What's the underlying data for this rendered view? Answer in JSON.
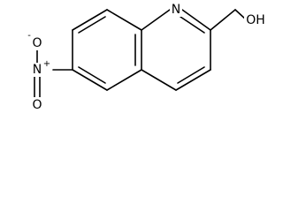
{
  "molecule": {
    "atoms": {
      "ring_nitrogen": {
        "symbol": "N"
      },
      "hydroxyl_group": {
        "symbol": "OH"
      },
      "nitro_nitrogen": {
        "symbol": "N",
        "charge": "+"
      },
      "nitro_oxygen_upper": {
        "symbol": "O",
        "charge": "-"
      },
      "nitro_oxygen_lower": {
        "symbol": "O"
      }
    }
  },
  "colors": {
    "bond": "#000000",
    "background": "#ffffff"
  }
}
